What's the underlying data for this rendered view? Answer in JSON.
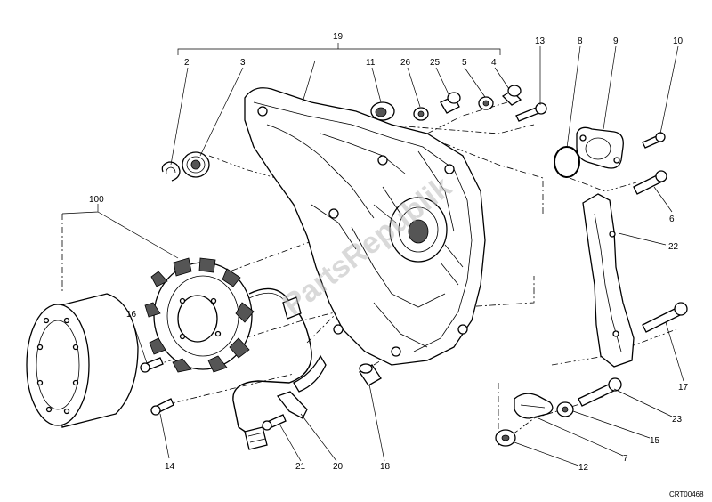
{
  "callouts": {
    "c19": "19",
    "c2": "2",
    "c3": "3",
    "c11": "11",
    "c26": "26",
    "c25": "25",
    "c5": "5",
    "c4": "4",
    "c13": "13",
    "c8": "8",
    "c9": "9",
    "c10": "10",
    "c6": "6",
    "c22": "22",
    "c100": "100",
    "c16": "16",
    "c17": "17",
    "c23": "23",
    "c15": "15",
    "c7": "7",
    "c12": "12",
    "c14": "14",
    "c21": "21",
    "c20": "20",
    "c18": "18"
  },
  "drawing_code": "CRT00468",
  "watermark": "PartsRepublik"
}
